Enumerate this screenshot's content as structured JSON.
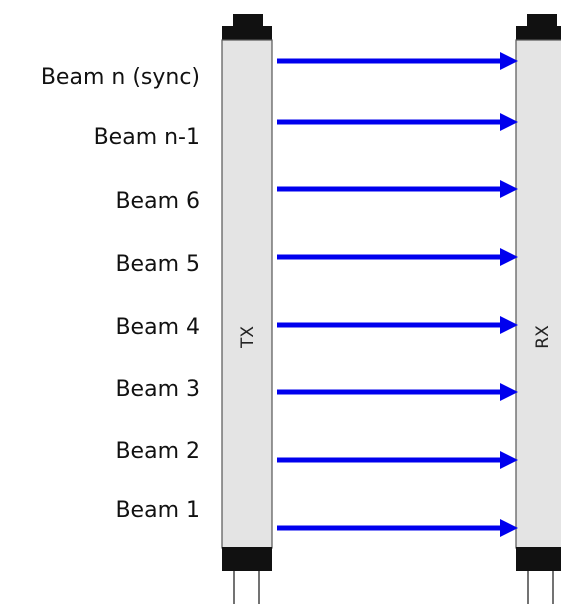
{
  "transmitter": {
    "label": "TX"
  },
  "receiver": {
    "label": "RX"
  },
  "beams": [
    {
      "label": "Beam n (sync)"
    },
    {
      "label": "Beam n-1"
    },
    {
      "label": "Beam 6"
    },
    {
      "label": "Beam 5"
    },
    {
      "label": "Beam 4"
    },
    {
      "label": "Beam 3"
    },
    {
      "label": "Beam 2"
    },
    {
      "label": "Beam 1"
    }
  ],
  "colors": {
    "beam": "#0000ee",
    "bar_fill": "#e4e4e4",
    "bar_stroke": "#555555",
    "end_cap": "#111111"
  }
}
